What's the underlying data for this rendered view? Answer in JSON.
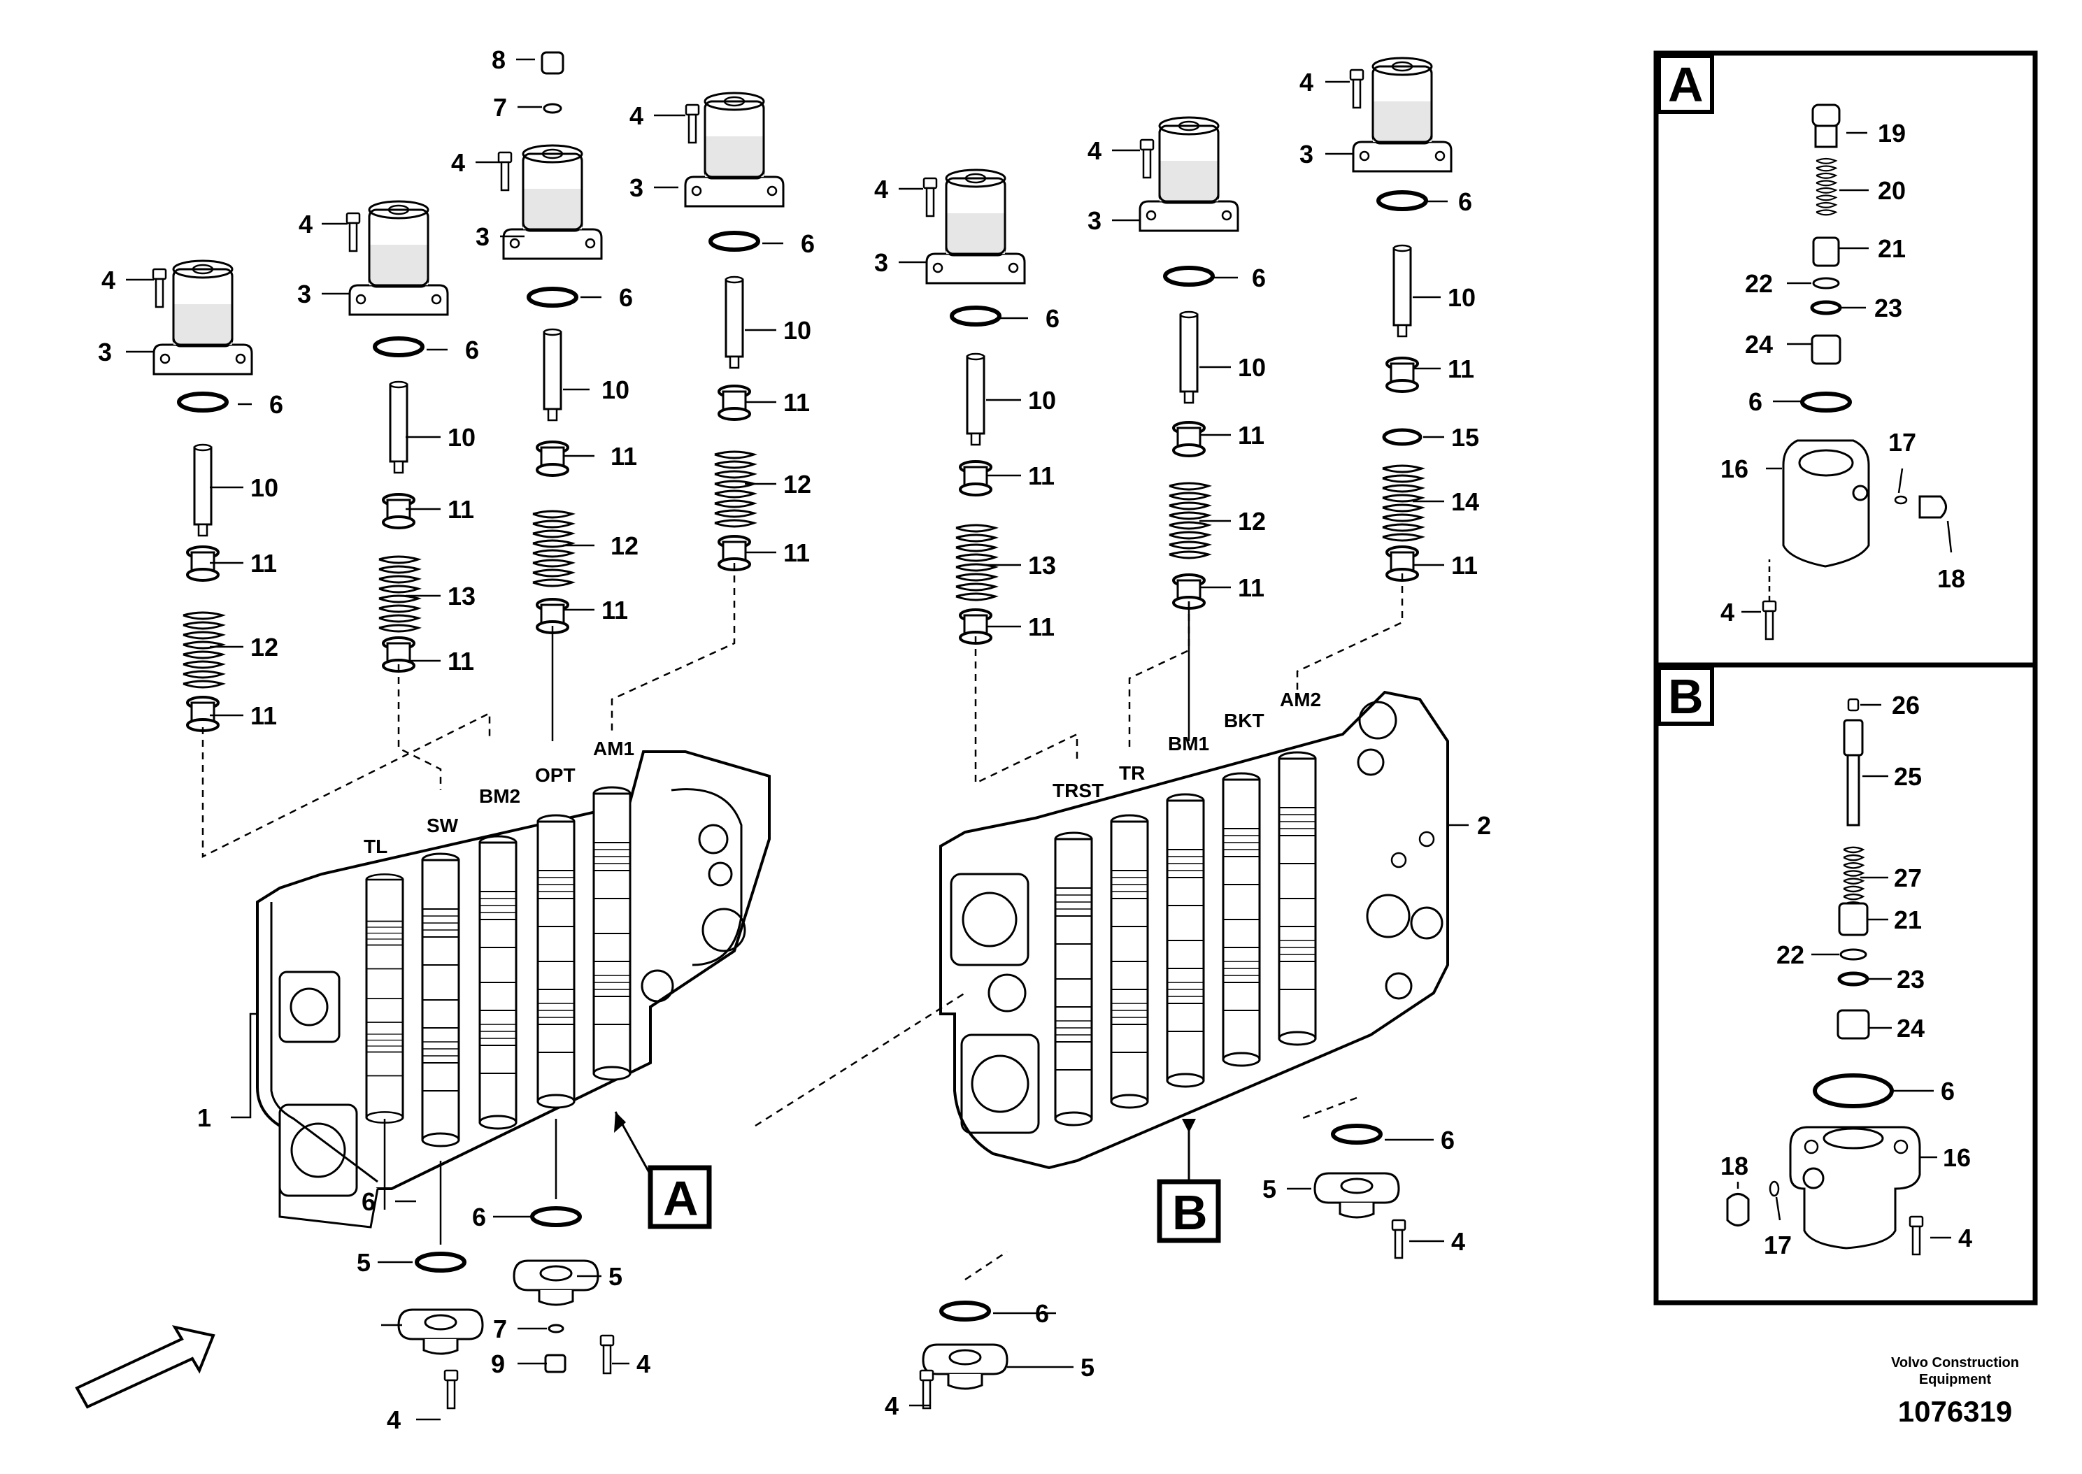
{
  "callouts": {
    "c1": "1",
    "c2": "2",
    "c3": "3",
    "c4": "4",
    "c5": "5",
    "c6": "6",
    "c7": "7",
    "c8": "8",
    "c9": "9",
    "c10": "10",
    "c11": "11",
    "c12": "12",
    "c13": "13",
    "c14": "14",
    "c15": "15",
    "c16": "16",
    "c17": "17",
    "c18": "18",
    "c19": "19",
    "c20": "20",
    "c21": "21",
    "c22": "22",
    "c23": "23",
    "c24": "24",
    "c25": "25",
    "c26": "26",
    "c27": "27"
  },
  "left_block_slots": [
    "TL",
    "SW",
    "BM2",
    "OPT",
    "AM1"
  ],
  "right_block_slots": [
    "TRST",
    "TR",
    "BM1",
    "BKT",
    "AM2"
  ],
  "detail_a": {
    "letter": "A"
  },
  "detail_b": {
    "letter": "B"
  },
  "footer": {
    "brand_line1": "Volvo Construction",
    "brand_line2": "Equipment",
    "part_number": "1076319"
  }
}
